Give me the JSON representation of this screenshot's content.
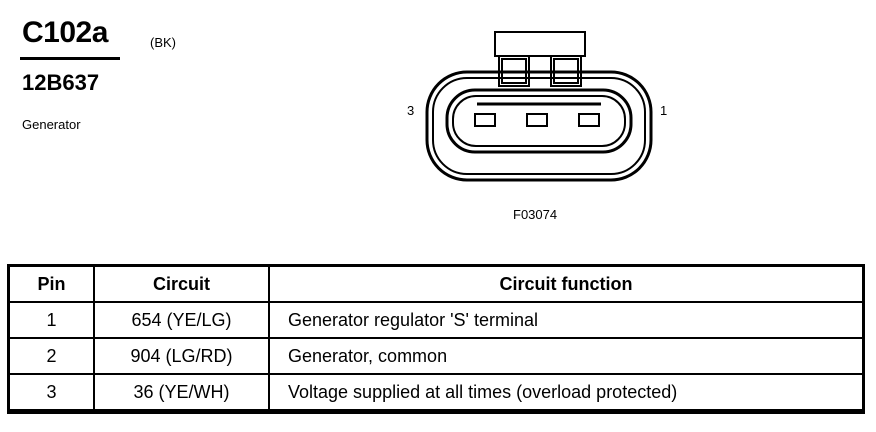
{
  "connector": {
    "id": "C102a",
    "color_code": "(BK)",
    "part_number": "12B637",
    "component": "Generator"
  },
  "diagram": {
    "pin_left_label": "3",
    "pin_right_label": "1",
    "figure_id": "F03074"
  },
  "table": {
    "headers": [
      "Pin",
      "Circuit",
      "Circuit function"
    ],
    "rows": [
      [
        "1",
        "654 (YE/LG)",
        "Generator regulator 'S' terminal"
      ],
      [
        "2",
        "904 (LG/RD)",
        "Generator, common"
      ],
      [
        "3",
        "36 (YE/WH)",
        "Voltage supplied at all times (overload protected)"
      ]
    ]
  }
}
